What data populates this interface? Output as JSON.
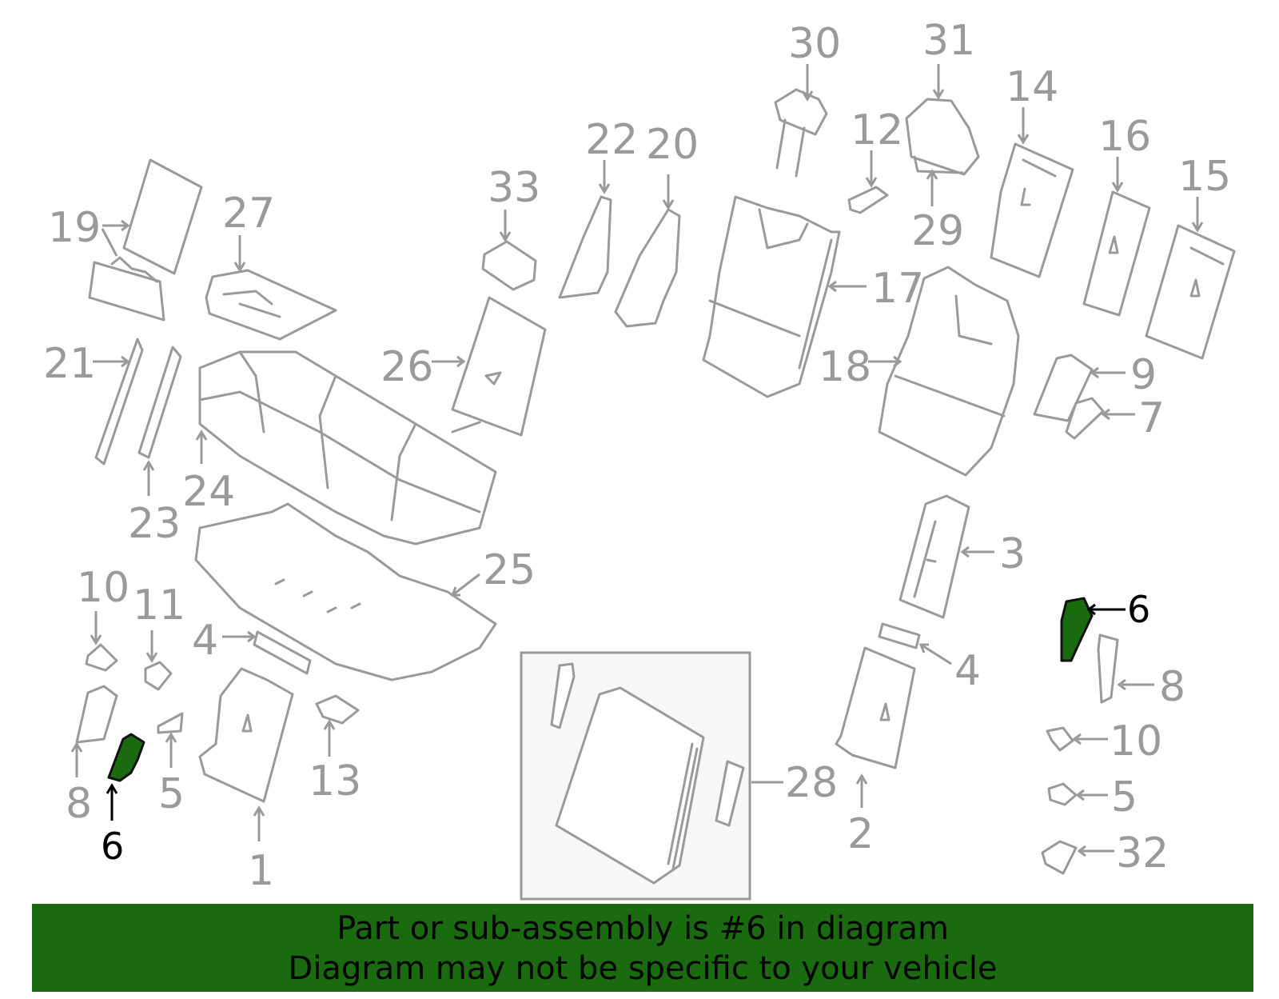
{
  "diagram": {
    "labels": {
      "l1": "1",
      "l2": "2",
      "l3": "3",
      "l4a": "4",
      "l4b": "4",
      "l5a": "5",
      "l5b": "5",
      "l6a": "6",
      "l6b": "6",
      "l7": "7",
      "l8a": "8",
      "l8b": "8",
      "l9": "9",
      "l10a": "10",
      "l10b": "10",
      "l11": "11",
      "l12": "12",
      "l13": "13",
      "l14": "14",
      "l15": "15",
      "l16": "16",
      "l17": "17",
      "l18": "18",
      "l19": "19",
      "l20": "20",
      "l21": "21",
      "l22": "22",
      "l23": "23",
      "l24": "24",
      "l25": "25",
      "l26": "26",
      "l27": "27",
      "l28": "28",
      "l29": "29",
      "l30": "30",
      "l31": "31",
      "l32": "32",
      "l33": "33"
    },
    "highlighted_part": "6",
    "colors": {
      "highlight": "#1a6b10",
      "line": "#9a9a9a",
      "banner": "#1a6b10"
    }
  },
  "banner": {
    "line1": "Part or sub-assembly is #6 in diagram",
    "line2": "Diagram may not be specific to your vehicle"
  }
}
